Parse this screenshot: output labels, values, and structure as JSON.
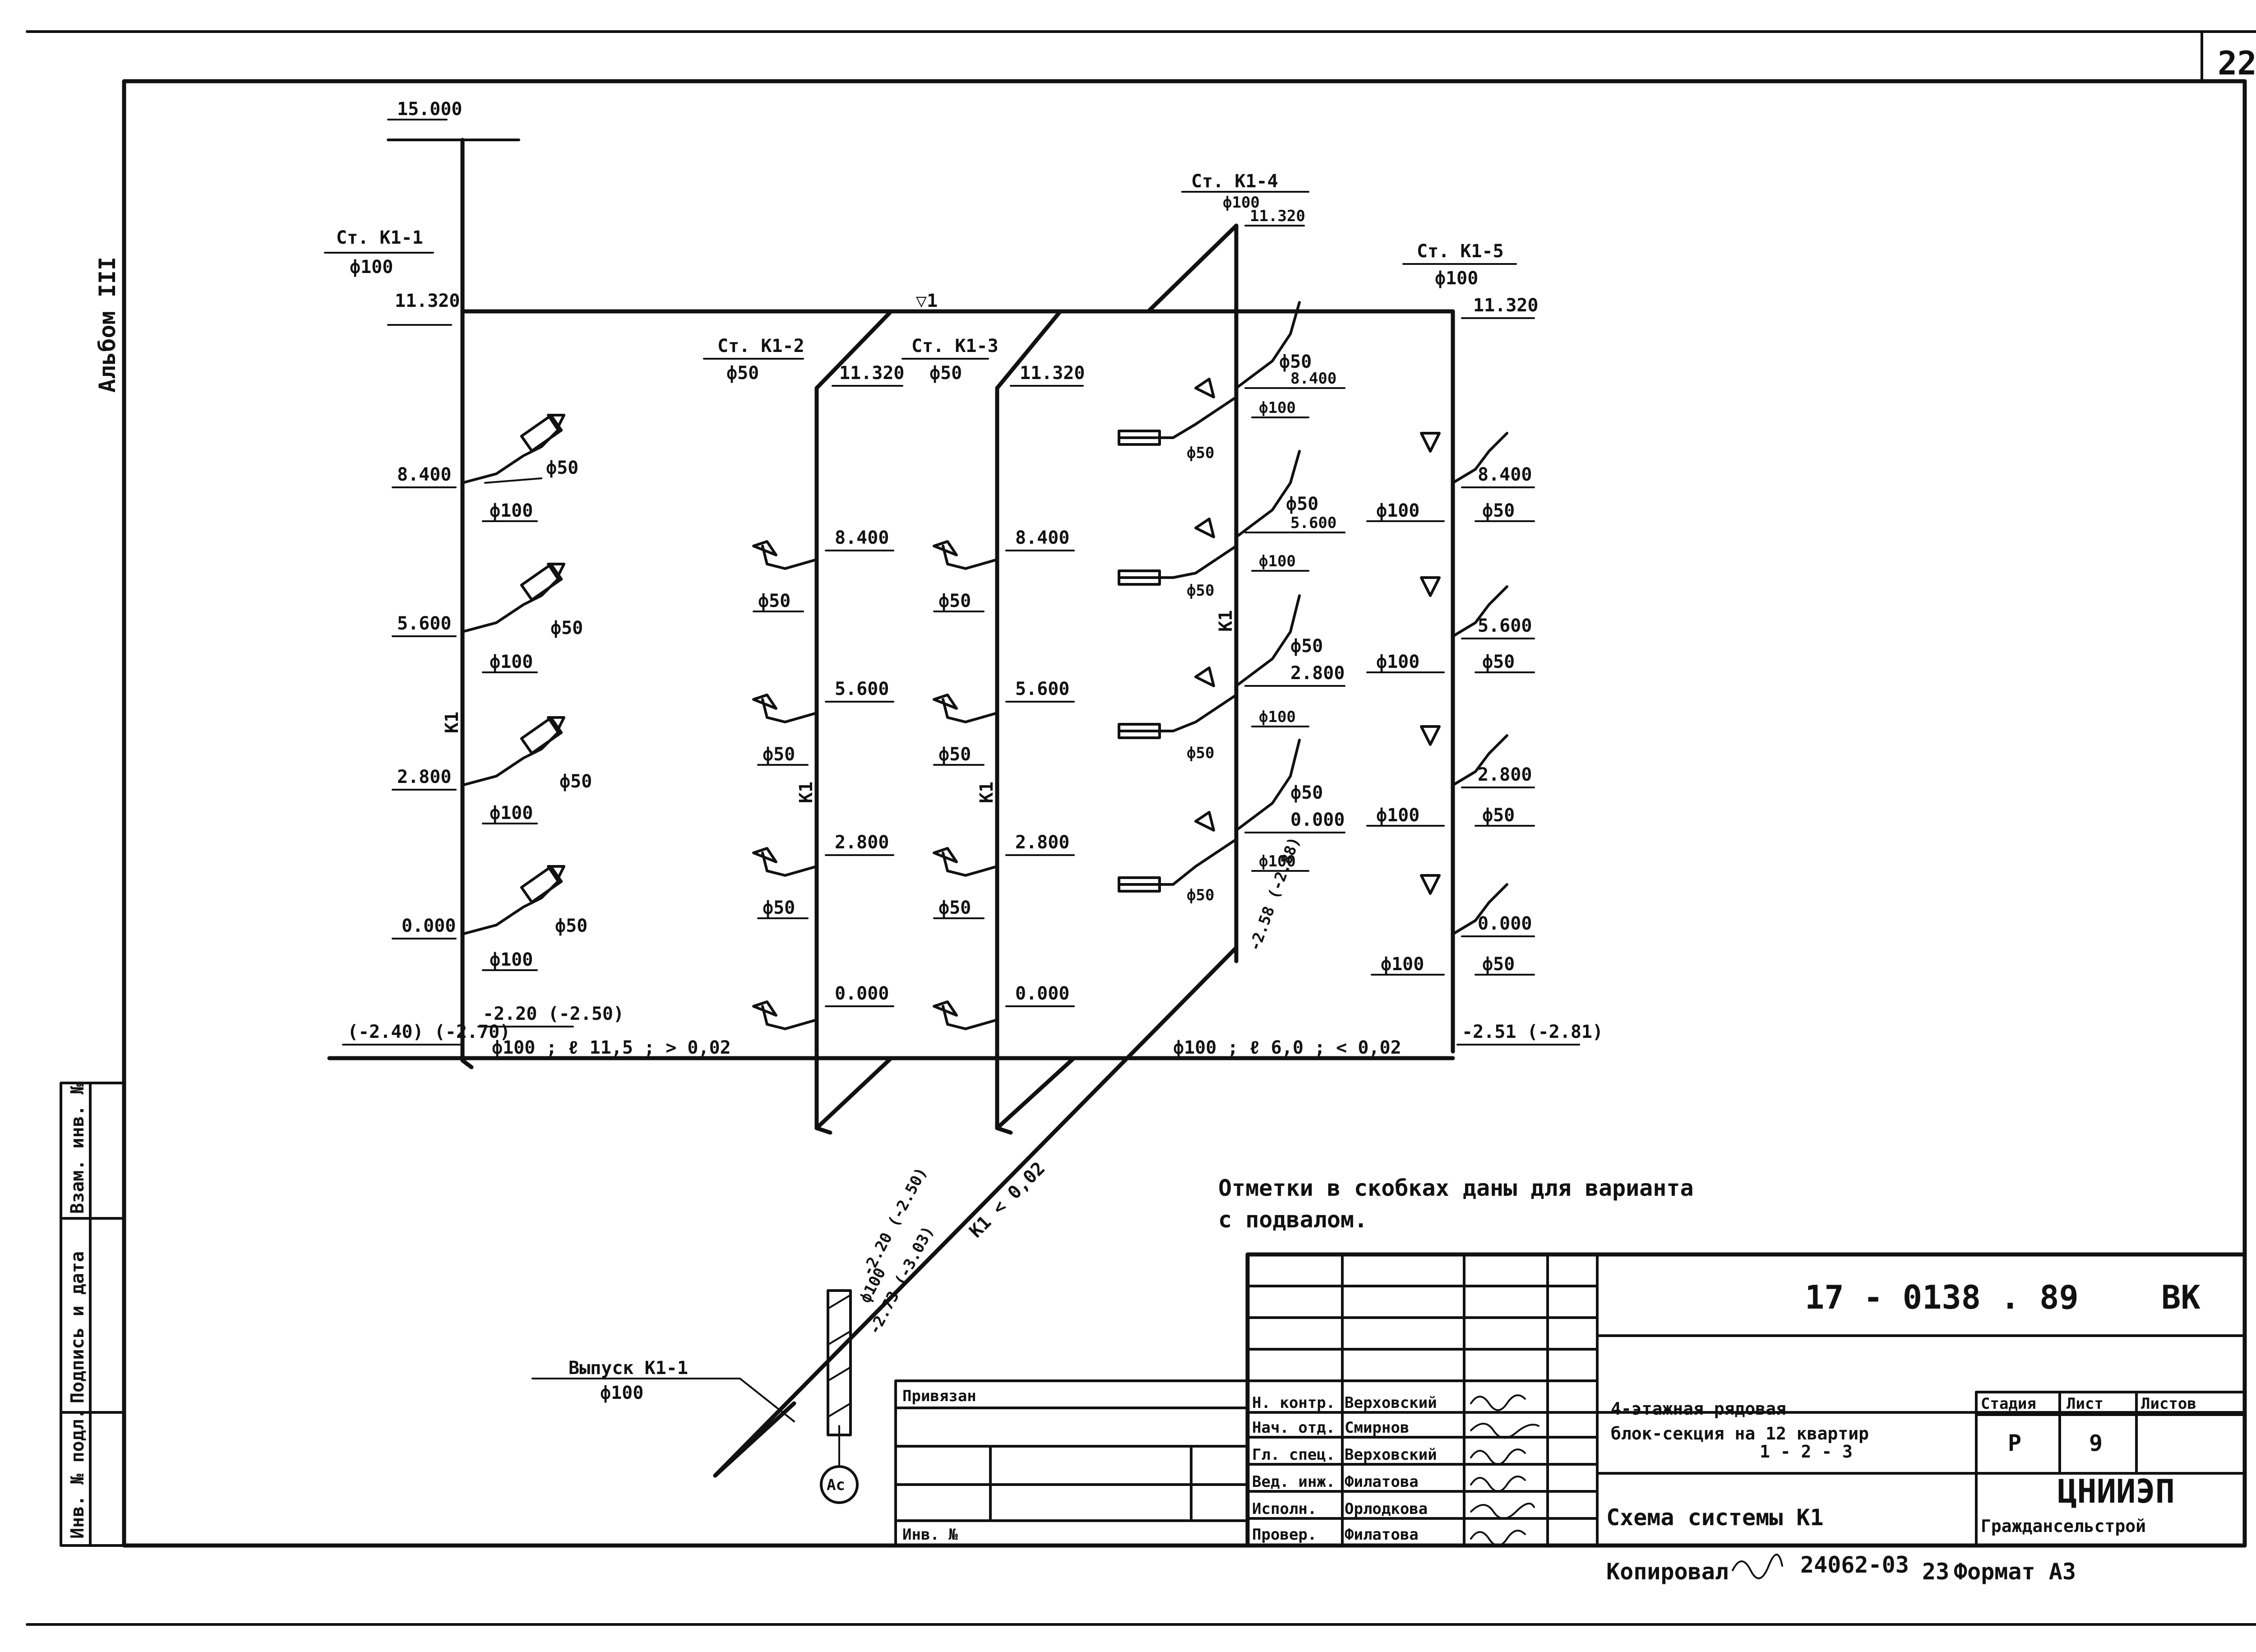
{
  "sheet": {
    "page_number": "22",
    "album": "Альбом III",
    "side_stamp": {
      "inv_podl": "Инв. № подл.",
      "podpis_data": "Подпись и дата",
      "vzam_inv": "Взам. инв. №"
    }
  },
  "risers": {
    "k1_1": {
      "name": "Ст. К1-1",
      "dia": "ф100",
      "top_mark": "15.000",
      "mark": "11.320",
      "levels": [
        "8.400",
        "5.600",
        "2.800",
        "0.000"
      ],
      "bottom": "(-2.40) (-2.70)",
      "bottom2": "-2.20 (-2.50)"
    },
    "k1_2": {
      "name": "Ст. К1-2",
      "dia": "ф50",
      "mark": "11.320",
      "levels": [
        "8.400",
        "5.600",
        "2.800",
        "0.000"
      ]
    },
    "k1_3": {
      "name": "Ст. К1-3",
      "dia": "ф50",
      "mark": "11.320",
      "levels": [
        "8.400",
        "5.600",
        "2.800",
        "0.000"
      ]
    },
    "k1_4": {
      "name": "Ст. К1-4",
      "dia": "ф100",
      "mark": "11.320",
      "levels": [
        "8.400",
        "5.600",
        "2.800",
        "0.000"
      ],
      "bottom": "-2.58 (-2.88)"
    },
    "k1_5": {
      "name": "Ст. К1-5",
      "dia": "ф100",
      "mark": "11.320",
      "levels": [
        "8.400",
        "5.600",
        "2.800",
        "0.000"
      ],
      "bottom": "-2.51 (-2.81)"
    }
  },
  "diameters": {
    "d50": "ф50",
    "d100": "ф100"
  },
  "riser_code": "К1",
  "vent_mark": "▽1",
  "mains": {
    "left": "ф100 ; ℓ 11,5 ; > 0,02",
    "right": "ф100 ; ℓ 6,0 ; < 0,02",
    "diag": "К1 < 0,02",
    "outlet_dia": "ф100",
    "outlet_m1": "-2.20 (-2.50)",
    "outlet_m2": "-2.73 (-3.03)"
  },
  "outlet": {
    "name": "Выпуск К1-1",
    "dia": "ф100",
    "ref": "Ас"
  },
  "note": {
    "line1": "Отметки в скобках даны для варианта",
    "line2": "с подвалом."
  },
  "titleblock": {
    "doc_number": "17 - 0138 . 89",
    "code": "ВК",
    "privyazan": "Привязан",
    "inv": "Инв. №",
    "project_line1": "4-этажная рядовая",
    "project_line2": "блок-секция на 12 квартир",
    "project_line3": "1 - 2 - 3",
    "scheme": "Схема системы К1",
    "org_line1": "ЦНИИЭП",
    "org_line2": "Граждансельстрой",
    "stadia_h": "Стадия",
    "list_h": "Лист",
    "listov_h": "Листов",
    "stadia": "Р",
    "list": "9",
    "roles": [
      {
        "role": "Н. контр.",
        "name": "Верховский"
      },
      {
        "role": "Нач. отд.",
        "name": "Смирнов"
      },
      {
        "role": "Гл. спец.",
        "name": "Верховский"
      },
      {
        "role": "Вед. инж.",
        "name": "Филатова"
      },
      {
        "role": "Исполн.",
        "name": "Орлодкова"
      },
      {
        "role": "Провер.",
        "name": "Филатова"
      }
    ],
    "bottom_line": "Копировал",
    "bottom_number": "24062-03",
    "bottom_page": "23",
    "format": "Формат А3"
  }
}
